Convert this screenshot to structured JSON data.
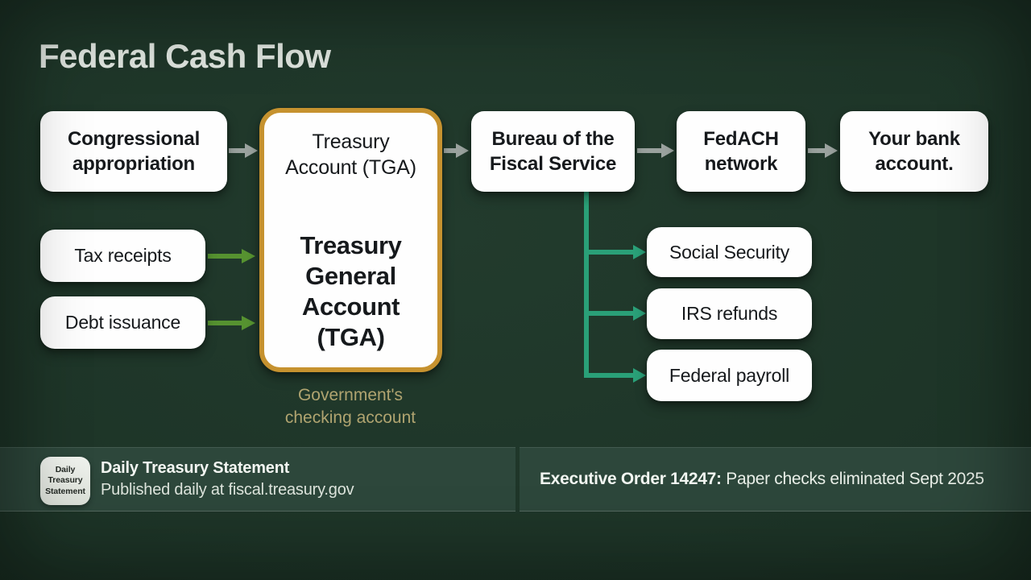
{
  "title": "Federal Cash Flow",
  "theme": {
    "box": "#fefefe",
    "ink": "#16191c",
    "title": "#dee4de",
    "gold": "#c6922f",
    "caption_gold": "#b0a470",
    "panel": "#2d473b",
    "badge_ink": "#242a25",
    "arrow_gray": "#9aa29e",
    "arrow_green": "#569230",
    "arrow_teal": "#2aa078",
    "background_green": "#1d3427"
  },
  "flow": {
    "congressional": {
      "label": "Congressional\nappropriation"
    },
    "tga": {
      "top_label": "Treasury\nAccount (TGA)",
      "main_label": "Treasury\nGeneral\nAccount\n(TGA)",
      "caption": "Government's\nchecking account"
    },
    "bureau": {
      "label": "Bureau of the\nFiscal Service"
    },
    "fedach": {
      "label": "FedACH\nnetwork"
    },
    "bank": {
      "label": "Your bank\naccount."
    },
    "tax": {
      "label": "Tax receipts"
    },
    "debt": {
      "label": "Debt issuance"
    },
    "social": {
      "label": "Social Security"
    },
    "irs": {
      "label": "IRS refunds"
    },
    "payroll": {
      "label": "Federal payroll"
    }
  },
  "footer": {
    "left": {
      "badge_lines": "Daily\nTreasury\nStatement",
      "title": "Daily Treasury Statement",
      "subtitle": "Published daily at fiscal.treasury.gov"
    },
    "right": {
      "label_bold": "Executive Order 14247:",
      "label_rest": " Paper checks eliminated Sept 2025"
    }
  }
}
